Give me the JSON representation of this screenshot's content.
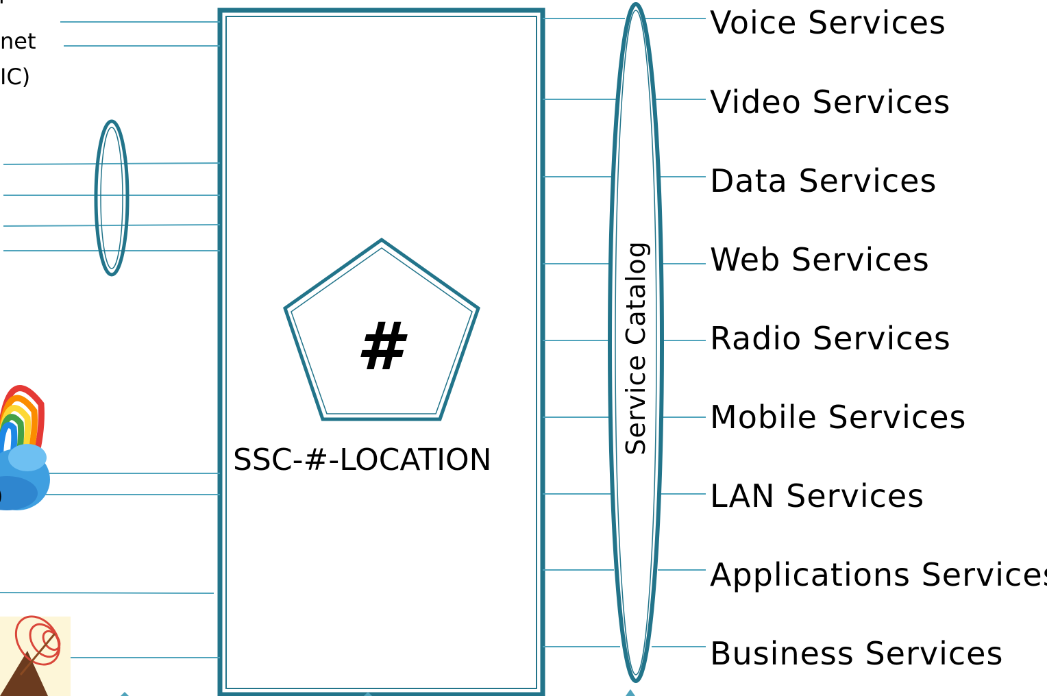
{
  "diagram": {
    "colors": {
      "stroke_dark": "#22748a",
      "line": "#4fa3bb",
      "rainbow": [
        "#e53935",
        "#fb8c00",
        "#fdd835",
        "#43a047",
        "#1e88e5"
      ],
      "cloud": "#3f9fe0",
      "dish_bg": "#fdf6d8",
      "dish_stroke": "#d9463a"
    },
    "center_node": {
      "symbol": "#",
      "label": "SSC-#-LOCATION"
    },
    "catalog": {
      "label": "Service Catalog"
    },
    "services": [
      "Voice Services",
      "Video Services",
      "Data Services",
      "Web Services",
      "Radio Services",
      "Mobile Services",
      "LAN Services",
      "Applications Services",
      "Business Services"
    ],
    "left_text_fragments": [
      "net",
      "IC)",
      "r",
      ")"
    ],
    "icons": [
      "rainbow-cloud-icon",
      "satellite-dish-icon",
      "arrow-up-icon"
    ]
  }
}
